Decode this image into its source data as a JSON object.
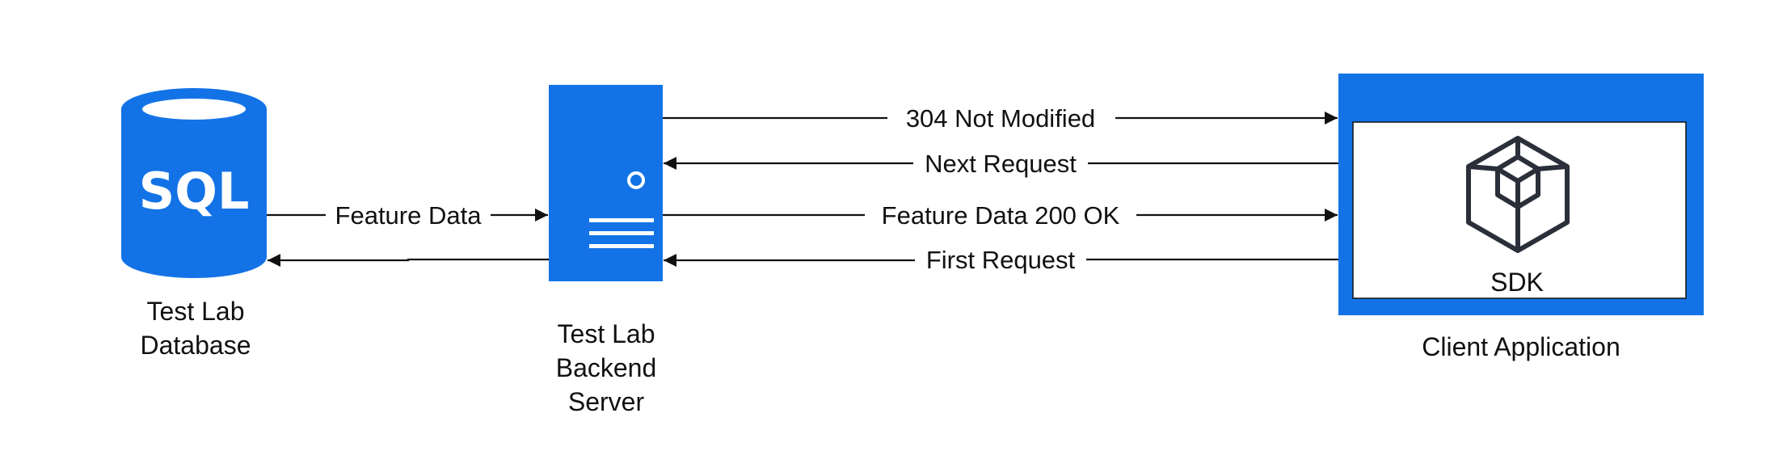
{
  "colors": {
    "accent": "#1373E6",
    "line": "#111111",
    "background": "#FFFFFF"
  },
  "database": {
    "badge": "SQL",
    "caption_line1": "Test Lab",
    "caption_line2": "Database",
    "icon": "database-cylinder-icon"
  },
  "server": {
    "caption_line1": "Test Lab",
    "caption_line2": "Backend",
    "caption_line3": "Server",
    "icon": "server-tower-icon"
  },
  "client": {
    "inner_label": "SDK",
    "caption": "Client Application",
    "icon": "cube-package-icon"
  },
  "arrows": {
    "db_to_server": "Feature Data",
    "server_to_client_top": "304 Not Modified",
    "client_to_server_next": "Next Request",
    "server_to_client_data": "Feature Data 200 OK",
    "client_to_server_first": "First Request"
  }
}
